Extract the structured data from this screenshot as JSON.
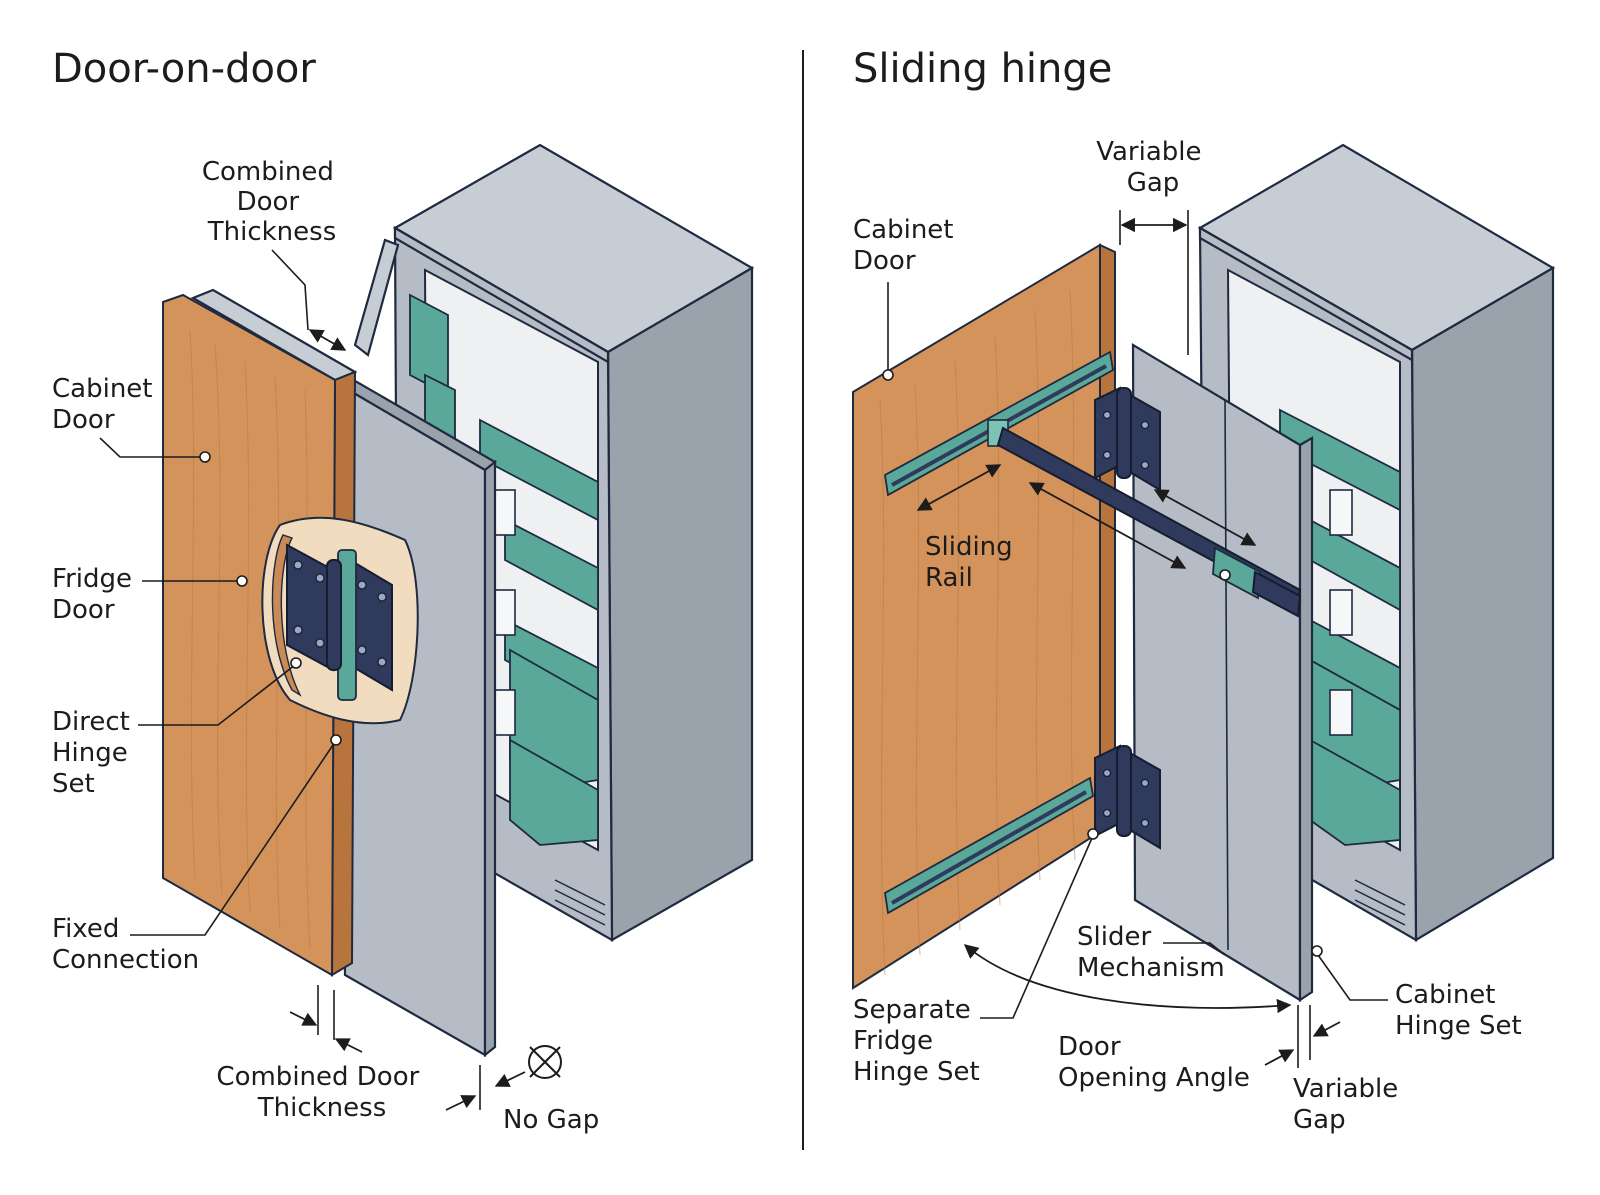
{
  "panels": {
    "left": {
      "title": "Door-on-door",
      "labels": {
        "combined_door_thickness_top": [
          "Combined",
          "Door",
          "Thickness"
        ],
        "cabinet_door": [
          "Cabinet",
          "Door"
        ],
        "fridge_door": [
          "Fridge",
          "Door"
        ],
        "direct_hinge_set": [
          "Direct",
          "Hinge",
          "Set"
        ],
        "fixed_connection": [
          "Fixed",
          "Connection"
        ],
        "combined_door_thickness_bottom": [
          "Combined Door",
          "Thickness"
        ],
        "no_gap": "No Gap"
      }
    },
    "right": {
      "title": "Sliding hinge",
      "labels": {
        "variable_gap_top": [
          "Variable",
          "Gap"
        ],
        "cabinet_door": [
          "Cabinet",
          "Door"
        ],
        "sliding_rail": [
          "Sliding",
          "Rail"
        ],
        "slider_mechanism": [
          "Slider",
          "Mechanism"
        ],
        "cabinet_hinge_set": [
          "Cabinet",
          "Hinge Set"
        ],
        "separate_fridge_hinge_set": [
          "Separate",
          "Fridge",
          "Hinge Set"
        ],
        "door_opening_angle": [
          "Door",
          "Opening Angle"
        ],
        "variable_gap_bottom": [
          "Variable",
          "Gap"
        ]
      }
    }
  },
  "colors": {
    "wood": "#d4935a",
    "steel": "#b5bcc5",
    "teal": "#5aa89a",
    "navy_hardware": "#2f3a5c",
    "divider": "#1c1c1c"
  }
}
